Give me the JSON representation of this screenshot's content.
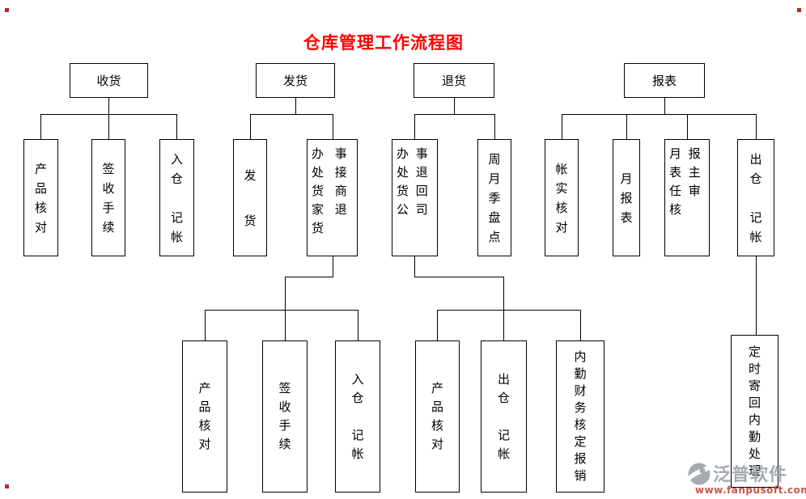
{
  "title": "仓库管理工作流程图",
  "colors": {
    "title_red": "#ff0000",
    "box_border": "#000000",
    "background": "#ffffff",
    "watermark_gray": "#a6abb2",
    "watermark_red": "#c4574a"
  },
  "nodes": {
    "receive": "收货",
    "ship": "发货",
    "return": "退货",
    "report": "报表",
    "receive_product_check": "产\n品\n核\n对",
    "receive_sign": "签\n收\n手\n续",
    "receive_storein": "入\n仓\n\n记\n帐",
    "ship_dispatch": "发\n\n货",
    "ship_office_receive": "办 事\n处 接\n货 商\n家 退\n货",
    "return_office_return": "办 事\n处 退\n货 回\n公 司",
    "return_inventory": "周\n月\n季\n盘\n点",
    "report_account_check": "帐\n实\n核\n对",
    "report_monthly": "月\n报\n表",
    "report_review": "月 报\n表 主\n任 审\n核",
    "report_storeout": "出\n仓\n\n记\n帐",
    "ship_sub_product_check": "产\n品\n核\n对",
    "ship_sub_sign": "签\n收\n手\n续",
    "ship_sub_storein": "入\n仓\n\n记\n帐",
    "return_sub_product_check": "产\n品\n核\n对",
    "return_sub_storeout": "出\n仓\n\n记\n帐",
    "return_sub_finance": "内\n勤\n财\n务\n核\n定\n报\n销",
    "report_sub_mailback": "定\n时\n寄\n回\n内\n勤\n处\n理"
  },
  "structure": [
    {
      "parent": "收货",
      "children": [
        "产品核对",
        "签收手续",
        "入仓记帐"
      ]
    },
    {
      "parent": "发货",
      "children": [
        "发货",
        "办事处接货商家退货"
      ]
    },
    {
      "parent": "办事处接货商家退货",
      "children": [
        "产品核对",
        "签收手续",
        "入仓记帐"
      ]
    },
    {
      "parent": "退货",
      "children": [
        "办事处退货回公司",
        "周月季盘点"
      ]
    },
    {
      "parent": "办事处退货回公司",
      "children": [
        "产品核对",
        "出仓记帐",
        "内勤财务核定报销"
      ]
    },
    {
      "parent": "报表",
      "children": [
        "帐实核对",
        "月报表",
        "月报表主任审核",
        "出仓记帐"
      ]
    },
    {
      "parent": "出仓记帐",
      "children": [
        "定时寄回内勤处理"
      ]
    }
  ],
  "watermark": {
    "brand": "泛普软件",
    "url": "www.fanpusoft.com"
  }
}
